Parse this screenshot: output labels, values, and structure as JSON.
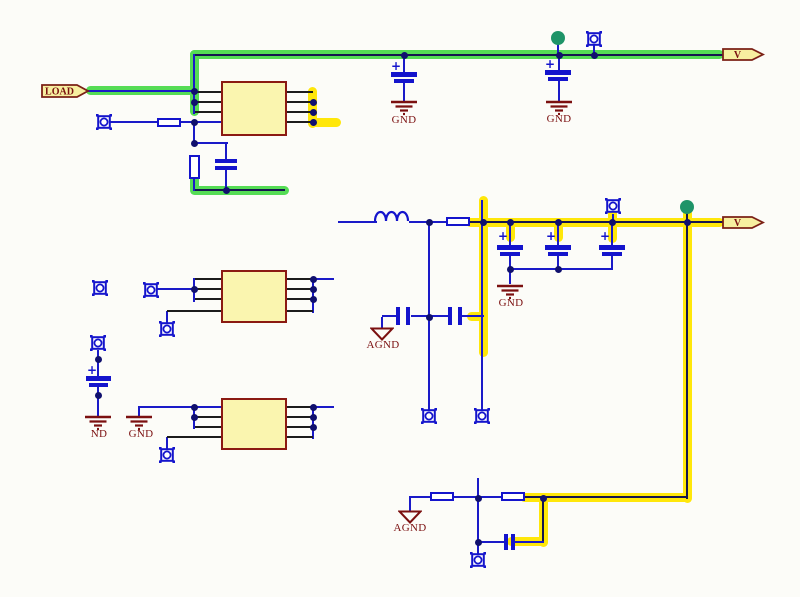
{
  "schematic": {
    "flags": {
      "load": "LOAD",
      "v_top": "V",
      "v_mid": "V"
    },
    "grounds": {
      "gnd_top_1": "GND",
      "gnd_top_2": "GND",
      "gnd_mid": "GND",
      "gnd_left_partial": "ND",
      "gnd_left": "GND"
    },
    "analog_grounds": {
      "agnd_mid": "AGND",
      "agnd_bottom": "AGND"
    },
    "symbols": {
      "plus": "+"
    },
    "colors": {
      "wire_blue": "#1a1ac8",
      "pin_black": "#1c1c1c",
      "highlight_green": "#55dc55",
      "highlight_yellow": "#ffe70a",
      "symbol_maroon": "#7b1010",
      "ic_fill": "#faf5af",
      "ic_border": "#8b1a12",
      "flag_fill": "#f7efa0",
      "junction_navy": "#10106e",
      "power_dot_teal": "#1e9468",
      "background": "#fcfcf8"
    }
  }
}
